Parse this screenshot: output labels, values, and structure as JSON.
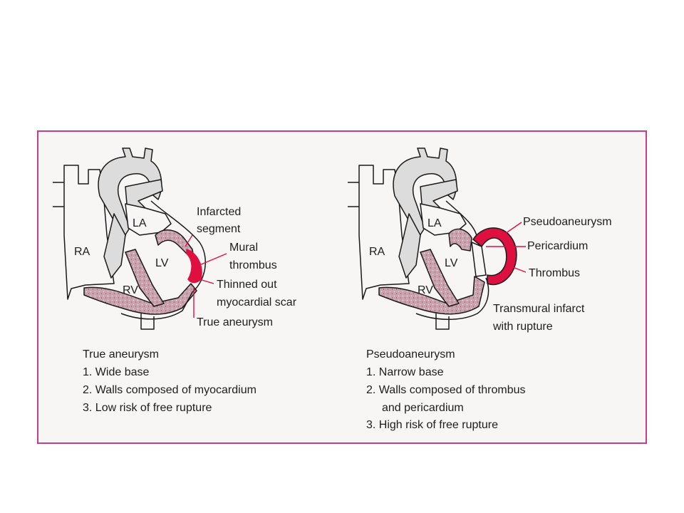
{
  "colors": {
    "frame": "#c2408a",
    "panel": "#f8f6f4",
    "vessel": "#dcdcdc",
    "wall": "#c9a2ae",
    "red": "#dd1040",
    "ink": "#1a1a1a"
  },
  "left_panel": {
    "chambers": {
      "ra": "RA",
      "la": "LA",
      "lv": "LV",
      "rv": "RV"
    },
    "labels": {
      "infarcted_1": "Infarcted",
      "infarcted_2": "segment",
      "mural_1": "Mural",
      "mural_2": "thrombus",
      "thinned_1": "Thinned out",
      "thinned_2": "myocardial scar",
      "true_aneurysm": "True aneurysm"
    },
    "caption": {
      "title": "True aneurysm",
      "line1": "1. Wide base",
      "line2": "2. Walls composed of myocardium",
      "line3": "3. Low risk of free rupture"
    }
  },
  "right_panel": {
    "chambers": {
      "ra": "RA",
      "la": "LA",
      "lv": "LV",
      "rv": "RV"
    },
    "labels": {
      "pseudoaneurysm": "Pseudoaneurysm",
      "pericardium": "Pericardium",
      "thrombus": "Thrombus",
      "transmural_1": "Transmural infarct",
      "transmural_2": "with rupture"
    },
    "caption": {
      "title": "Pseudoaneurysm",
      "line1": "1. Narrow base",
      "line2a": "2. Walls composed of thrombus",
      "line2b": "and pericardium",
      "line3": "3. High risk of free rupture"
    }
  }
}
